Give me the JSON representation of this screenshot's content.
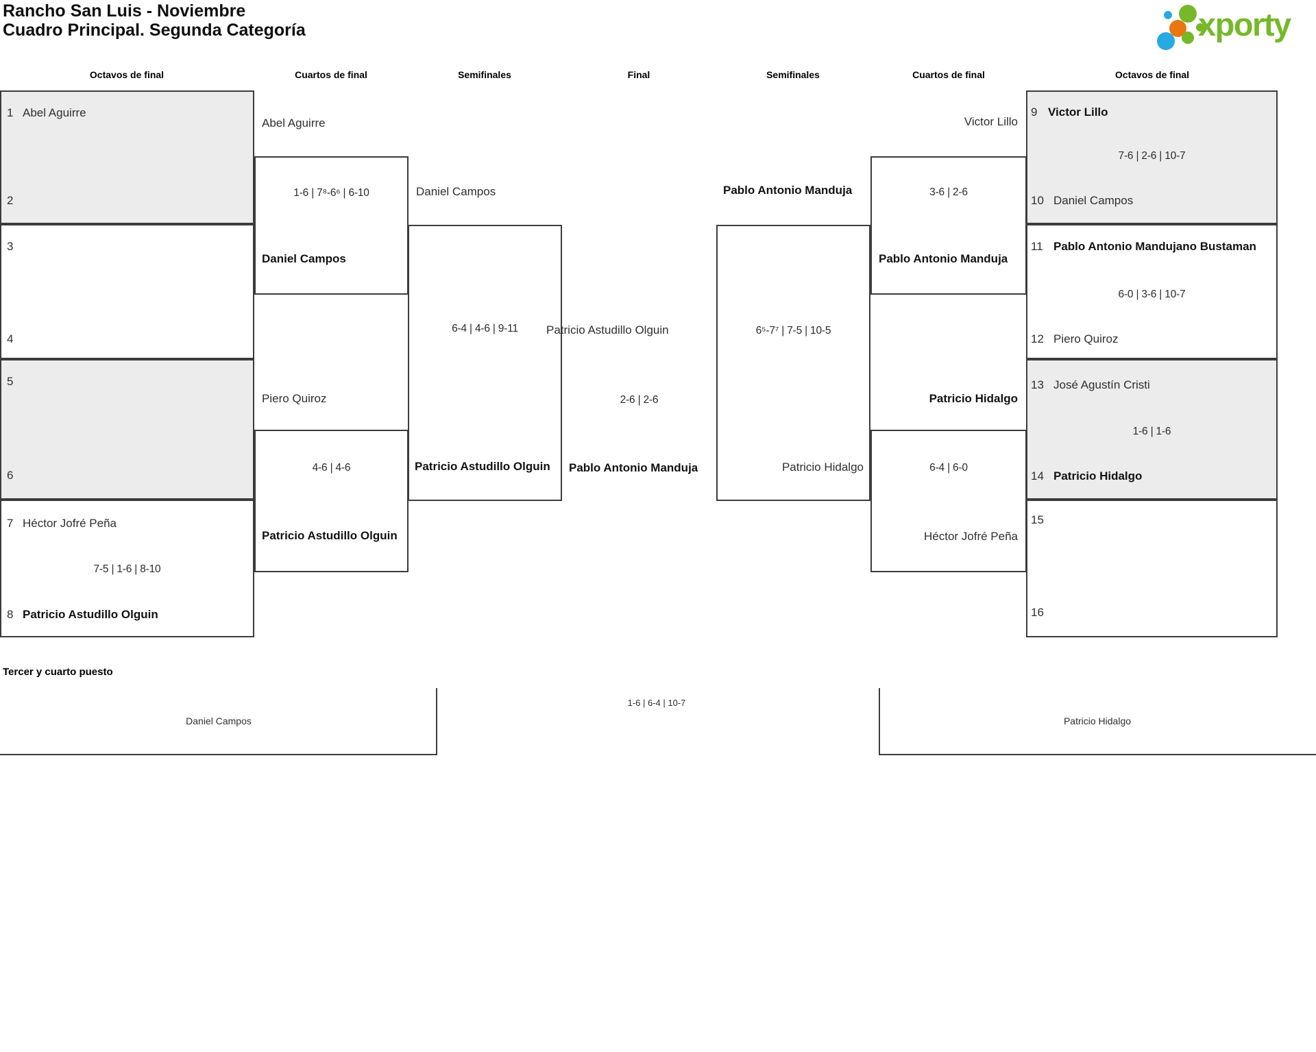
{
  "title": {
    "line1": "Rancho San Luis - Noviembre",
    "line2": "Cuadro Principal. Segunda Categoría"
  },
  "logo": {
    "text": "xporty",
    "green": "#76b82a",
    "blue": "#29a9e1",
    "orange": "#e87711"
  },
  "round_headers": {
    "r16_left": "Octavos de final",
    "qf_left": "Cuartos de final",
    "sf_left": "Semifinales",
    "final": "Final",
    "sf_right": "Semifinales",
    "qf_right": "Cuartos de final",
    "r16_right": "Octavos de final"
  },
  "bracket": {
    "r16_left": [
      {
        "seed1": "1",
        "name1": "Abel Aguirre",
        "score": "",
        "seed2": "2",
        "name2": ""
      },
      {
        "seed1": "3",
        "name1": "",
        "score": "",
        "seed2": "4",
        "name2": ""
      },
      {
        "seed1": "5",
        "name1": "",
        "score": "",
        "seed2": "6",
        "name2": ""
      },
      {
        "seed1": "7",
        "name1": "Héctor Jofré Peña",
        "score": "7-5 | 1-6 | 8-10",
        "seed2": "8",
        "name2": "Patricio Astudillo Olguin"
      }
    ],
    "r16_right": [
      {
        "seed1": "9",
        "name1": "Victor Lillo",
        "score": "7-6 | 2-6 | 10-7",
        "seed2": "10",
        "name2": "Daniel Campos"
      },
      {
        "seed1": "11",
        "name1": "Pablo Antonio Mandujano Bustaman",
        "score": "6-0 | 3-6 | 10-7",
        "seed2": "12",
        "name2": "Piero Quiroz"
      },
      {
        "seed1": "13",
        "name1": "José Agustín Cristi",
        "score": "1-6 | 1-6",
        "seed2": "14",
        "name2": "Patricio Hidalgo"
      },
      {
        "seed1": "15",
        "name1": "",
        "score": "",
        "seed2": "16",
        "name2": ""
      }
    ],
    "qf_left": [
      {
        "player1": "Abel Aguirre",
        "score": "1-6 | 7⁸-6⁶ | 6-10",
        "player2": "Daniel Campos"
      },
      {
        "player1": "Piero Quiroz",
        "score": "4-6 | 4-6",
        "player2": "Patricio Astudillo Olguin"
      }
    ],
    "qf_right": [
      {
        "player1": "Victor Lillo",
        "score": "3-6 | 2-6",
        "player2": "Pablo Antonio Manduja"
      },
      {
        "player1": "Patricio Hidalgo",
        "score": "6-4 | 6-0",
        "player2": "Héctor Jofré Peña"
      }
    ],
    "sf_left": {
      "player1": "Daniel Campos",
      "score": "6-4 | 4-6 | 9-11",
      "player2": "Patricio Astudillo Olguin"
    },
    "sf_right": {
      "player1": "Pablo Antonio Manduja",
      "score": "6⁵-7⁷ | 7-5 | 10-5",
      "player2": "Patricio Hidalgo"
    },
    "final": {
      "player1": "Patricio Astudillo Olguin",
      "score": "2-6 | 2-6",
      "player2": "Pablo Antonio Manduja"
    }
  },
  "third_place": {
    "heading": "Tercer y cuarto puesto",
    "player_left": "Daniel Campos",
    "score": "1-6 | 6-4 | 10-7",
    "player_right": "Patricio Hidalgo"
  }
}
